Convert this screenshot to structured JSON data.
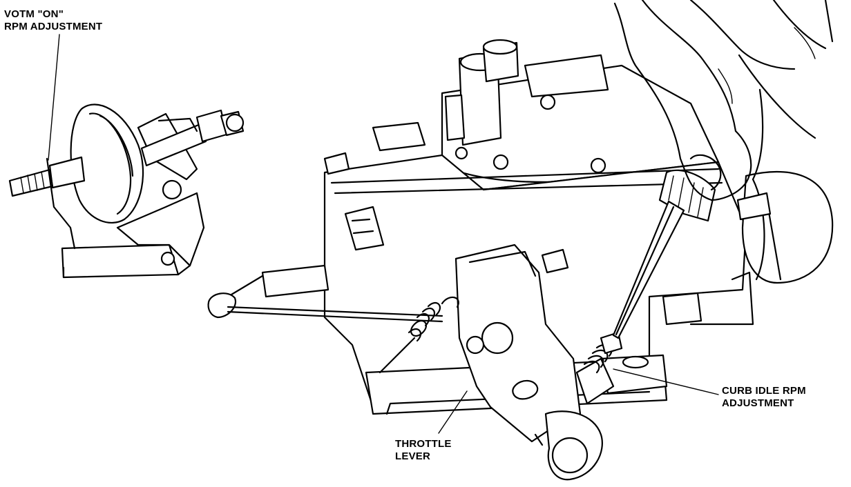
{
  "labels": {
    "votm_line1": "VOTM \"ON\"",
    "votm_line2": "RPM ADJUSTMENT",
    "curb_line1": "CURB IDLE RPM",
    "curb_line2": "ADJUSTMENT",
    "throttle_line1": "THROTTLE",
    "throttle_line2": "LEVER"
  }
}
